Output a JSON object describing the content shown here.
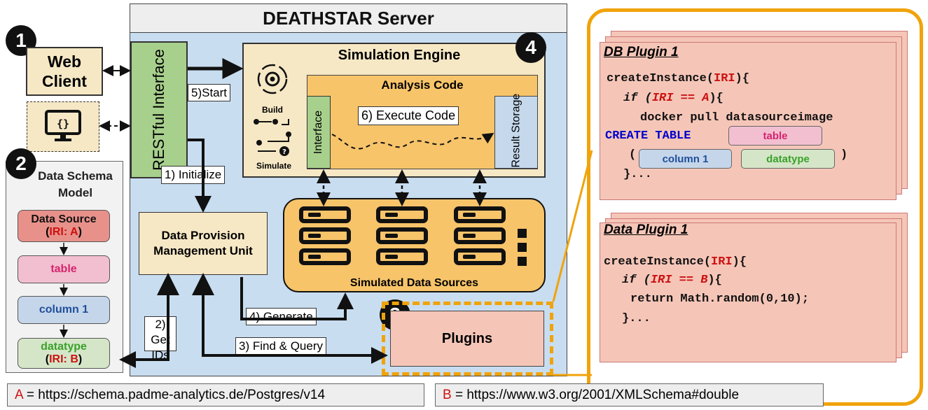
{
  "server": {
    "title": "DEATHSTAR Server"
  },
  "badges": {
    "b1": "1",
    "b2": "2",
    "b3": "3",
    "b4": "4"
  },
  "web_client": {
    "label": "Web Client"
  },
  "restful": {
    "label": "RESTful Interface"
  },
  "simulation_engine": {
    "title": "Simulation Engine",
    "build_label": "Build",
    "simulate_label": "Simulate",
    "analysis_code": "Analysis Code",
    "interface_label": "Interface",
    "execute_label": "6) Execute Code",
    "result_storage": "Result Storage"
  },
  "steps": {
    "start": "5)Start",
    "initialize": "1) Initialize",
    "get_ids": "2) Get IDs",
    "find_query": "3) Find & Query",
    "generate": "4) Generate"
  },
  "dpmu": {
    "label": "Data Provision Management Unit"
  },
  "simulated_sources": {
    "label": "Simulated Data Sources"
  },
  "plugins": {
    "label": "Plugins"
  },
  "schema": {
    "title": "Data Schema Model",
    "data_source": "Data Source",
    "data_source_iri": "IRI: A",
    "table": "table",
    "column": "column 1",
    "datatype": "datatype",
    "datatype_iri": "IRI: B"
  },
  "db_plugin": {
    "title": "DB Plugin 1",
    "line1_a": "createInstance(",
    "line1_iri": "IRI",
    "line1_b": "){",
    "line2_if": "if (",
    "line2_iri": "IRI == A",
    "line2_b": "){",
    "line3": "docker pull datasourceimage",
    "line4_kw": "CREATE TABLE",
    "line4_table": "table",
    "line5_open": "(",
    "line5_col": "column 1",
    "line5_dt": "datatype",
    "line5_close": ")",
    "line6": "}..."
  },
  "data_plugin": {
    "title": "Data Plugin 1",
    "line1_a": "createInstance(",
    "line1_iri": "IRI",
    "line1_b": "){",
    "line2_if": "if (",
    "line2_iri": "IRI == B",
    "line2_b": "){",
    "line3": "return Math.random(0,10);",
    "line4": "}..."
  },
  "footnotes": {
    "a_letter": "A",
    "a_text": " = https://schema.padme-analytics.de/Postgres/v14",
    "b_letter": "B",
    "b_text": " = https://www.w3.org/2001/XMLSchema#double"
  },
  "colors": {
    "server_bg": "#c9ddf0",
    "tan": "#f6e8c5",
    "green": "#a8d08d",
    "orange_border": "#f0a30a",
    "plugin_fill": "#f5c6b8",
    "sim_sources": "#f7c46a",
    "blue_box": "#c5d8ec",
    "schema_red": "#e8918a",
    "schema_pink": "#f2bfd0",
    "schema_blue": "#c5d6ea",
    "schema_green": "#d5e6c8"
  }
}
